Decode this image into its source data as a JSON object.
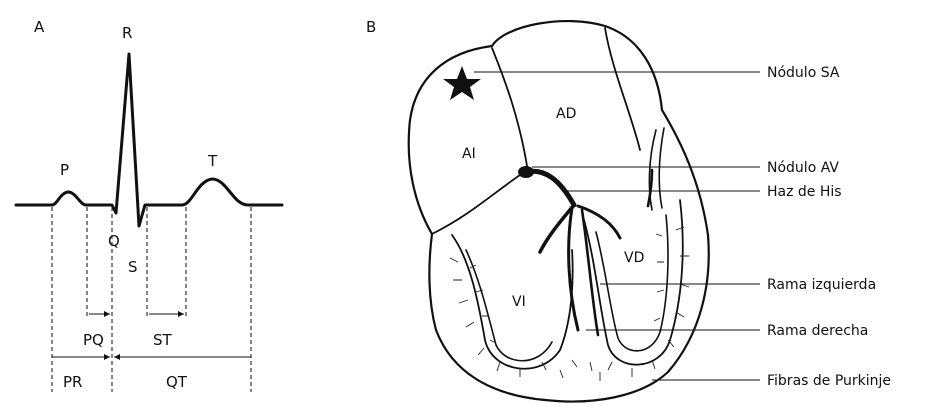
{
  "panel_a": {
    "letter": "A",
    "waves": {
      "p": "P",
      "q": "Q",
      "r": "R",
      "s": "S",
      "t": "T"
    },
    "intervals": {
      "pq": "PQ",
      "st": "ST",
      "pr": "PR",
      "qt": "QT"
    }
  },
  "panel_b": {
    "letter": "B",
    "chambers": {
      "ad": "AD",
      "ai": "AI",
      "vd": "VD",
      "vi": "VI"
    },
    "callouts": {
      "sa": "Nódulo SA",
      "av": "Nódulo AV",
      "his": "Haz de His",
      "left_branch": "Rama izquierda",
      "right_branch": "Rama derecha",
      "purkinje": "Fibras de Purkinje"
    }
  }
}
